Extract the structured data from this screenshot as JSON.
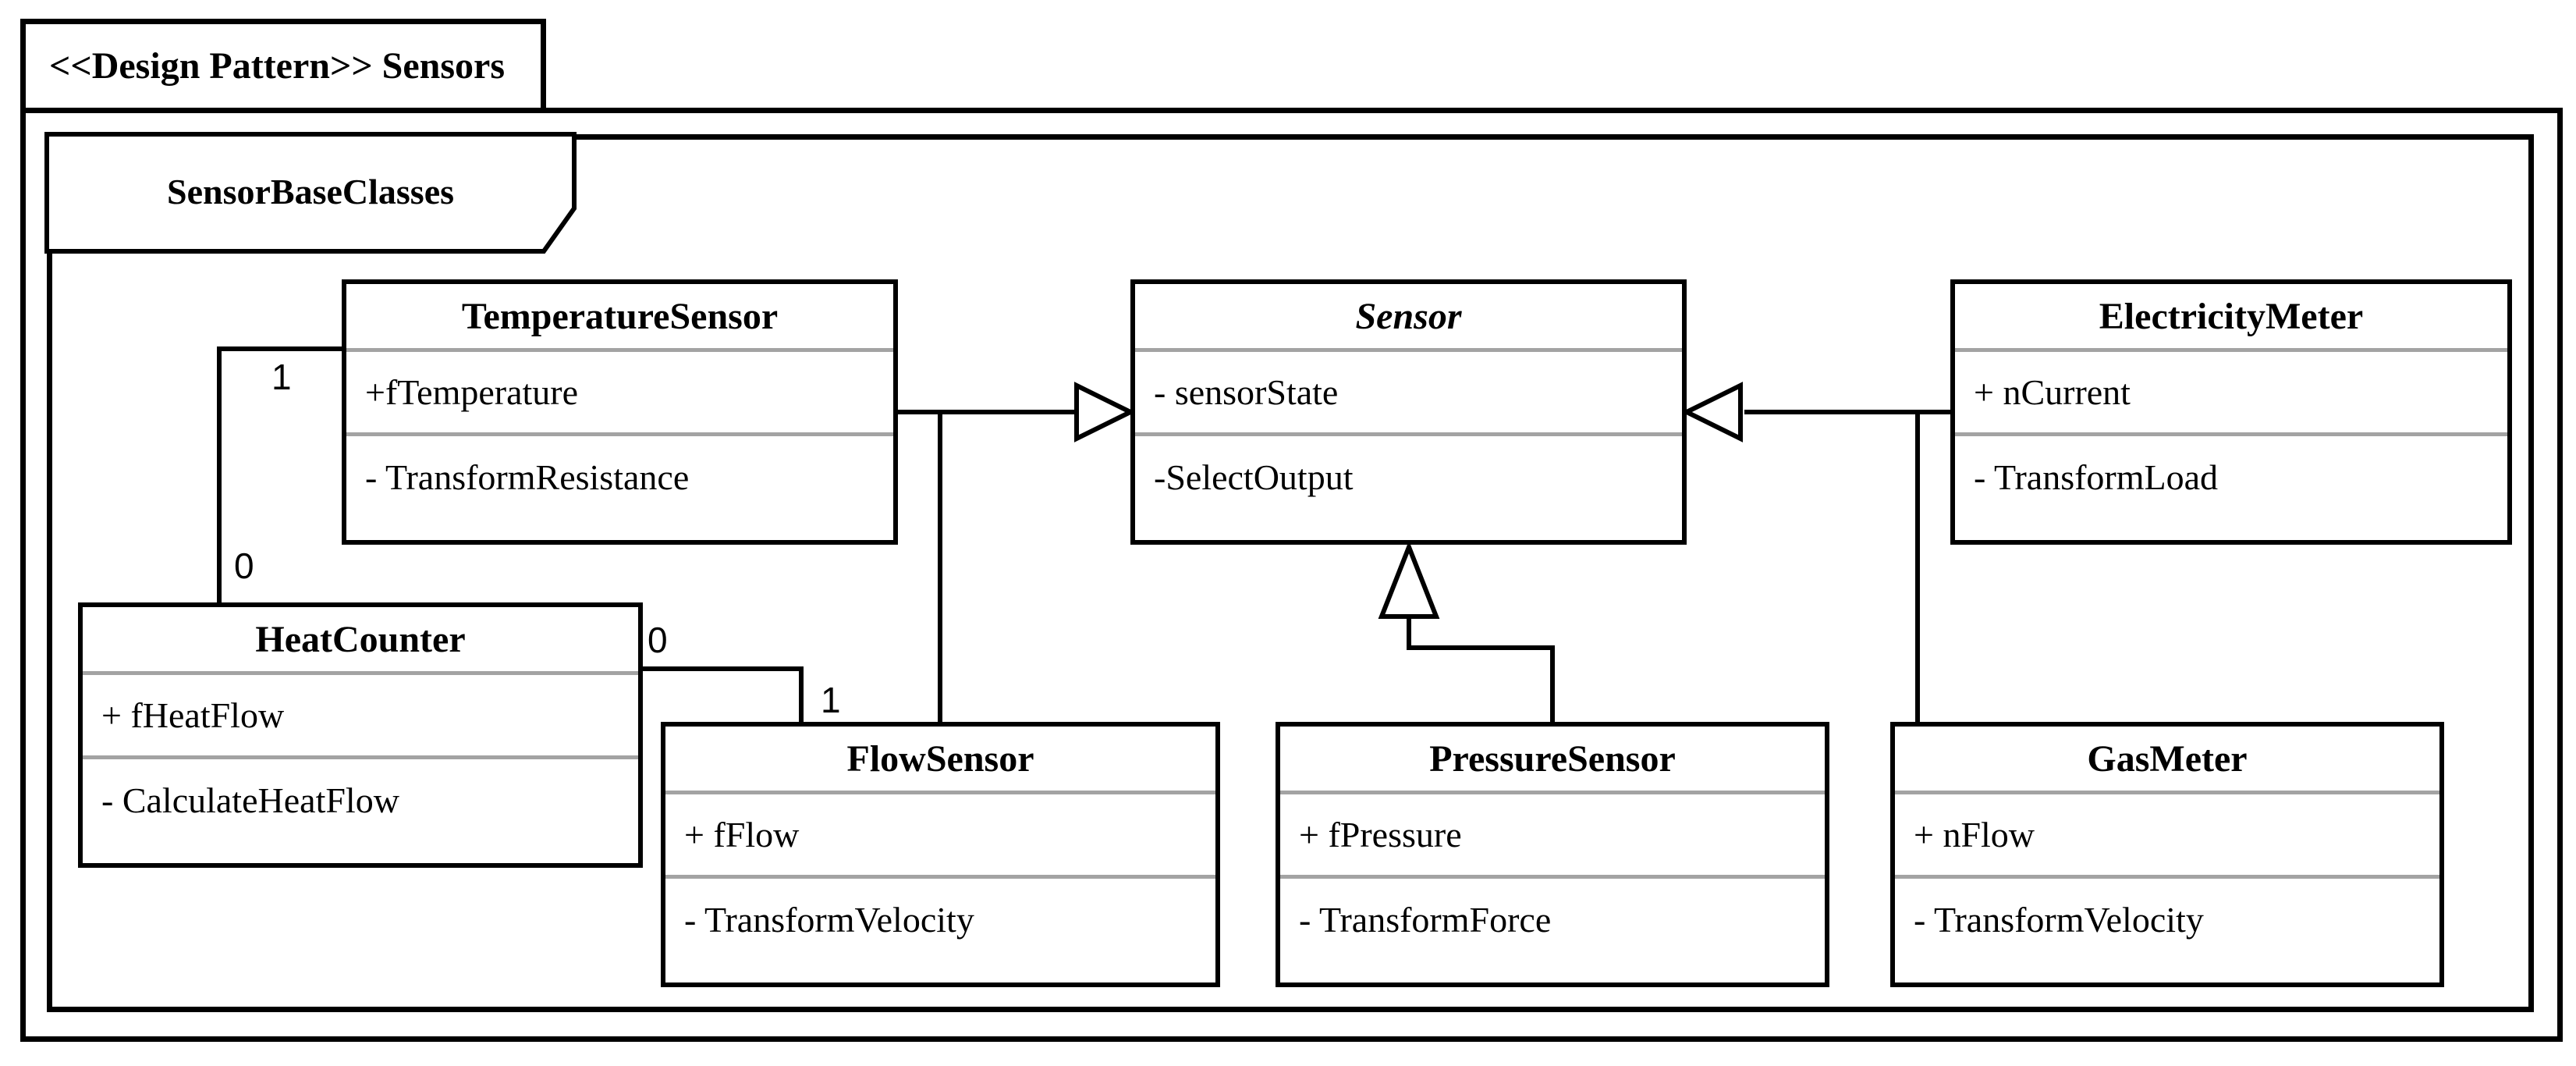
{
  "frame": {
    "label": "<<Design Pattern>> Sensors"
  },
  "package": {
    "label": "SensorBaseClasses"
  },
  "colors": {
    "line": "#000000",
    "divider": "#a3a3a3",
    "background": "#ffffff",
    "text": "#000000"
  },
  "classes": [
    {
      "name": "TemperatureSensor",
      "abstract": false,
      "attributes": [
        "+fTemperature"
      ],
      "operations": [
        "- TransformResistance"
      ]
    },
    {
      "name": "Sensor",
      "abstract": true,
      "attributes": [
        "- sensorState"
      ],
      "operations": [
        "-SelectOutput"
      ]
    },
    {
      "name": "ElectricityMeter",
      "abstract": false,
      "attributes": [
        "+ nCurrent"
      ],
      "operations": [
        "- TransformLoad"
      ]
    },
    {
      "name": "HeatCounter",
      "abstract": false,
      "attributes": [
        "+ fHeatFlow"
      ],
      "operations": [
        "- CalculateHeatFlow"
      ]
    },
    {
      "name": "FlowSensor",
      "abstract": false,
      "attributes": [
        "+ fFlow"
      ],
      "operations": [
        "- TransformVelocity"
      ]
    },
    {
      "name": "PressureSensor",
      "abstract": false,
      "attributes": [
        "+ fPressure"
      ],
      "operations": [
        "- TransformForce"
      ]
    },
    {
      "name": "GasMeter",
      "abstract": false,
      "attributes": [
        "+ nFlow"
      ],
      "operations": [
        "- TransformVelocity"
      ]
    }
  ],
  "associations": [
    {
      "from": "TemperatureSensor",
      "from_multiplicity": "1",
      "to": "HeatCounter",
      "to_multiplicity": "0"
    },
    {
      "from": "HeatCounter",
      "from_multiplicity": "0",
      "to": "FlowSensor",
      "to_multiplicity": "1"
    }
  ],
  "generalizations": [
    {
      "from": "TemperatureSensor",
      "to": "Sensor"
    },
    {
      "from": "FlowSensor",
      "to": "Sensor"
    },
    {
      "from": "ElectricityMeter",
      "to": "Sensor"
    },
    {
      "from": "GasMeter",
      "to": "Sensor"
    },
    {
      "from": "PressureSensor",
      "to": "Sensor"
    }
  ]
}
